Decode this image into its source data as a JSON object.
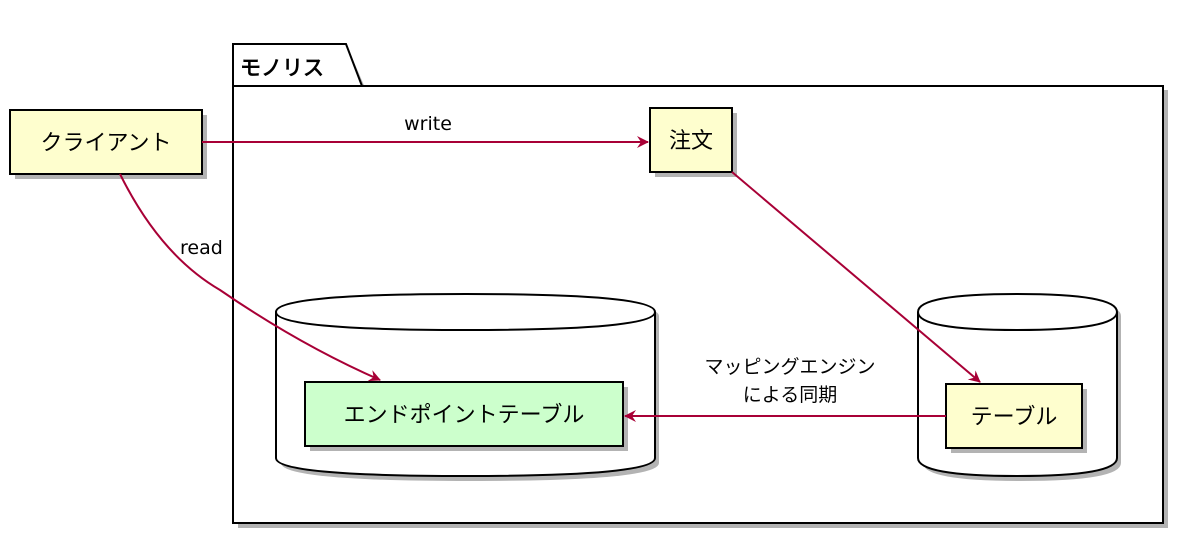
{
  "package": {
    "title": "モノリス"
  },
  "nodes": {
    "client": {
      "label": "クライアント",
      "fill": "#FEFECE"
    },
    "order": {
      "label": "注文",
      "fill": "#FEFECE"
    },
    "table": {
      "label": "テーブル",
      "fill": "#FEFECE"
    },
    "endpoint_table": {
      "label": "エンドポイントテーブル",
      "fill": "#CCFFCC"
    }
  },
  "edges": {
    "write": {
      "label": "write"
    },
    "read": {
      "label": "read"
    },
    "sync": {
      "label_line1": "マッピングエンジン",
      "label_line2": "による同期"
    }
  },
  "colors": {
    "arrow": "#A80036",
    "border": "#000000",
    "shadow": "#B3B3B3"
  }
}
